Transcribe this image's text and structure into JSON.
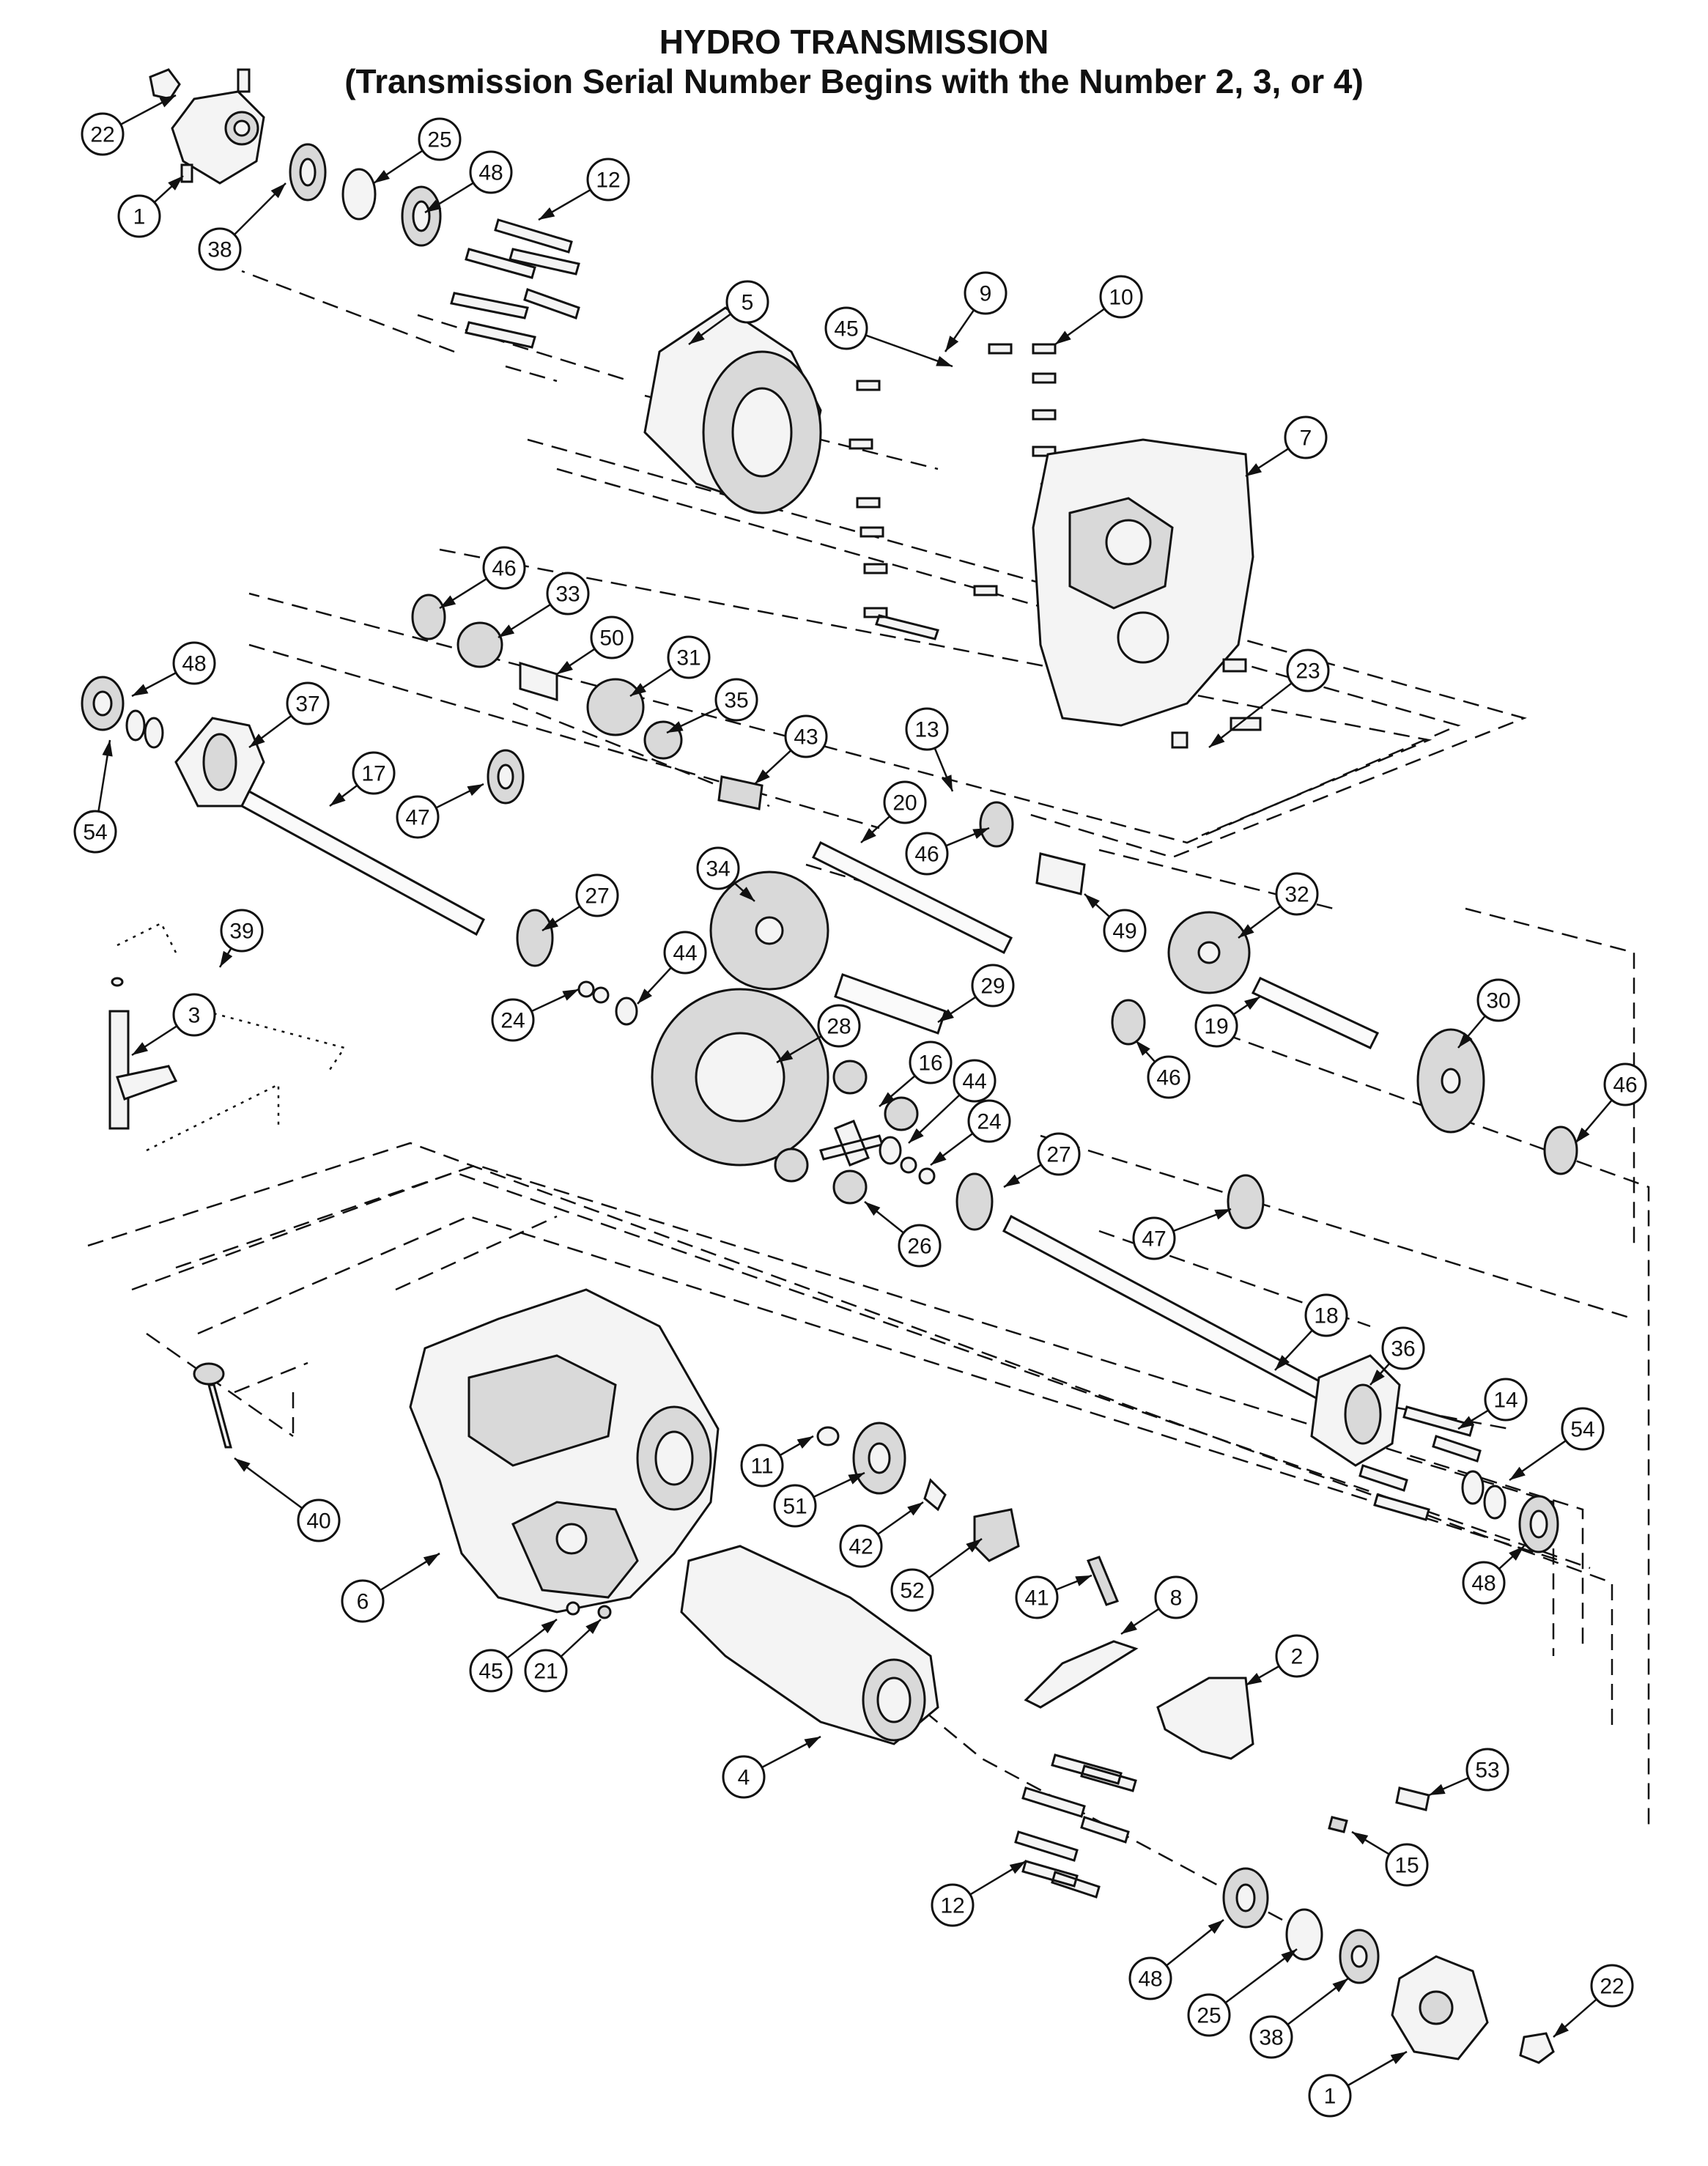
{
  "title": {
    "line1": "HYDRO TRANSMISSION",
    "line2": "(Transmission Serial Number Begins with the Number 2, 3, or 4)"
  },
  "callouts": [
    "22",
    "1",
    "38",
    "25",
    "48",
    "12",
    "5",
    "45",
    "9",
    "10",
    "7",
    "46",
    "33",
    "50",
    "31",
    "35",
    "48",
    "37",
    "54",
    "17",
    "47",
    "23",
    "13",
    "43",
    "20",
    "46",
    "49",
    "32",
    "34",
    "27",
    "39",
    "3",
    "24",
    "44",
    "29",
    "19",
    "30",
    "28",
    "16",
    "44",
    "24",
    "27",
    "46",
    "46",
    "26",
    "47",
    "18",
    "36",
    "14",
    "54",
    "11",
    "51",
    "42",
    "52",
    "40",
    "6",
    "45",
    "21",
    "48",
    "41",
    "8",
    "2",
    "4",
    "53",
    "15",
    "12",
    "48",
    "25",
    "38",
    "22",
    "1"
  ]
}
